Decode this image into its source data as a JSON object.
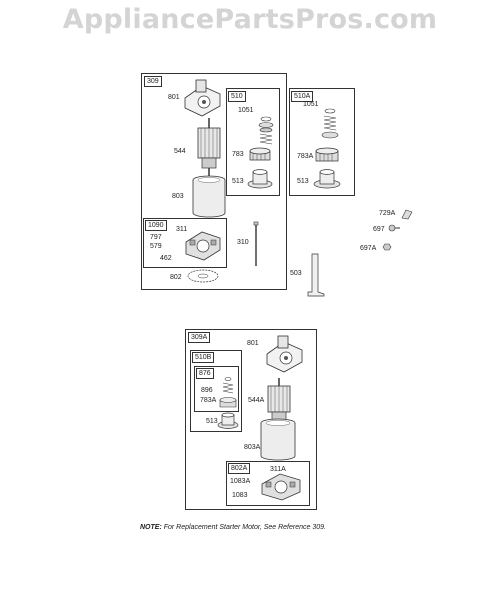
{
  "watermark": "AppliancePartsPros.com",
  "boxes": {
    "b309": "309",
    "b510": "510",
    "b510A": "510A",
    "b1090": "1090",
    "b309A": "309A",
    "b510B": "510B",
    "b876": "876",
    "b802A": "802A"
  },
  "labels": {
    "l801": "801",
    "l1051": "1051",
    "l1051b": "1051",
    "l544": "544",
    "l783": "783",
    "l783A": "783A",
    "l513": "513",
    "l513b": "513",
    "l803": "803",
    "l311": "311",
    "l797": "797",
    "l579": "579",
    "l462": "462",
    "l310": "310",
    "l802": "802",
    "l729A": "729A",
    "l697": "697",
    "l697A": "697A",
    "l503": "503",
    "l801b": "801",
    "l896": "896",
    "l783Ab": "783A",
    "l544A": "544A",
    "l513c": "513",
    "l803A": "803A",
    "l311A": "311A",
    "l1083A": "1083A",
    "l1083": "1083"
  },
  "note": {
    "prefix": "NOTE:",
    "text": " For Replacement Starter Motor, See Reference 309."
  }
}
